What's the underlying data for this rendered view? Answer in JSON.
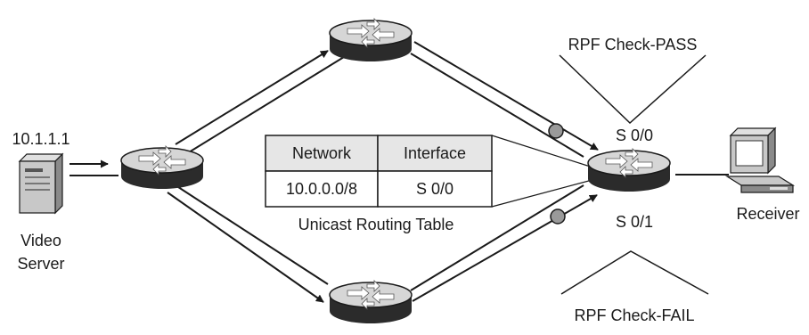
{
  "source": {
    "ip": "10.1.1.1",
    "label_line1": "Video",
    "label_line2": "Server"
  },
  "receiver": {
    "label": "Receiver"
  },
  "interfaces": {
    "s00": "S 0/0",
    "s01": "S 0/1"
  },
  "rpf": {
    "pass_label": "RPF Check-PASS",
    "fail_label": "RPF Check-FAIL"
  },
  "routing_table": {
    "caption": "Unicast Routing Table",
    "headers": [
      "Network",
      "Interface"
    ],
    "rows": [
      [
        "10.0.0.0/8",
        "S 0/0"
      ]
    ]
  },
  "colors": {
    "router_top": "#d6d6d6",
    "router_side": "#2b2b2b",
    "table_header": "#e6e6e6",
    "marker": "#9a9a9a",
    "line": "#1a1a1a"
  }
}
